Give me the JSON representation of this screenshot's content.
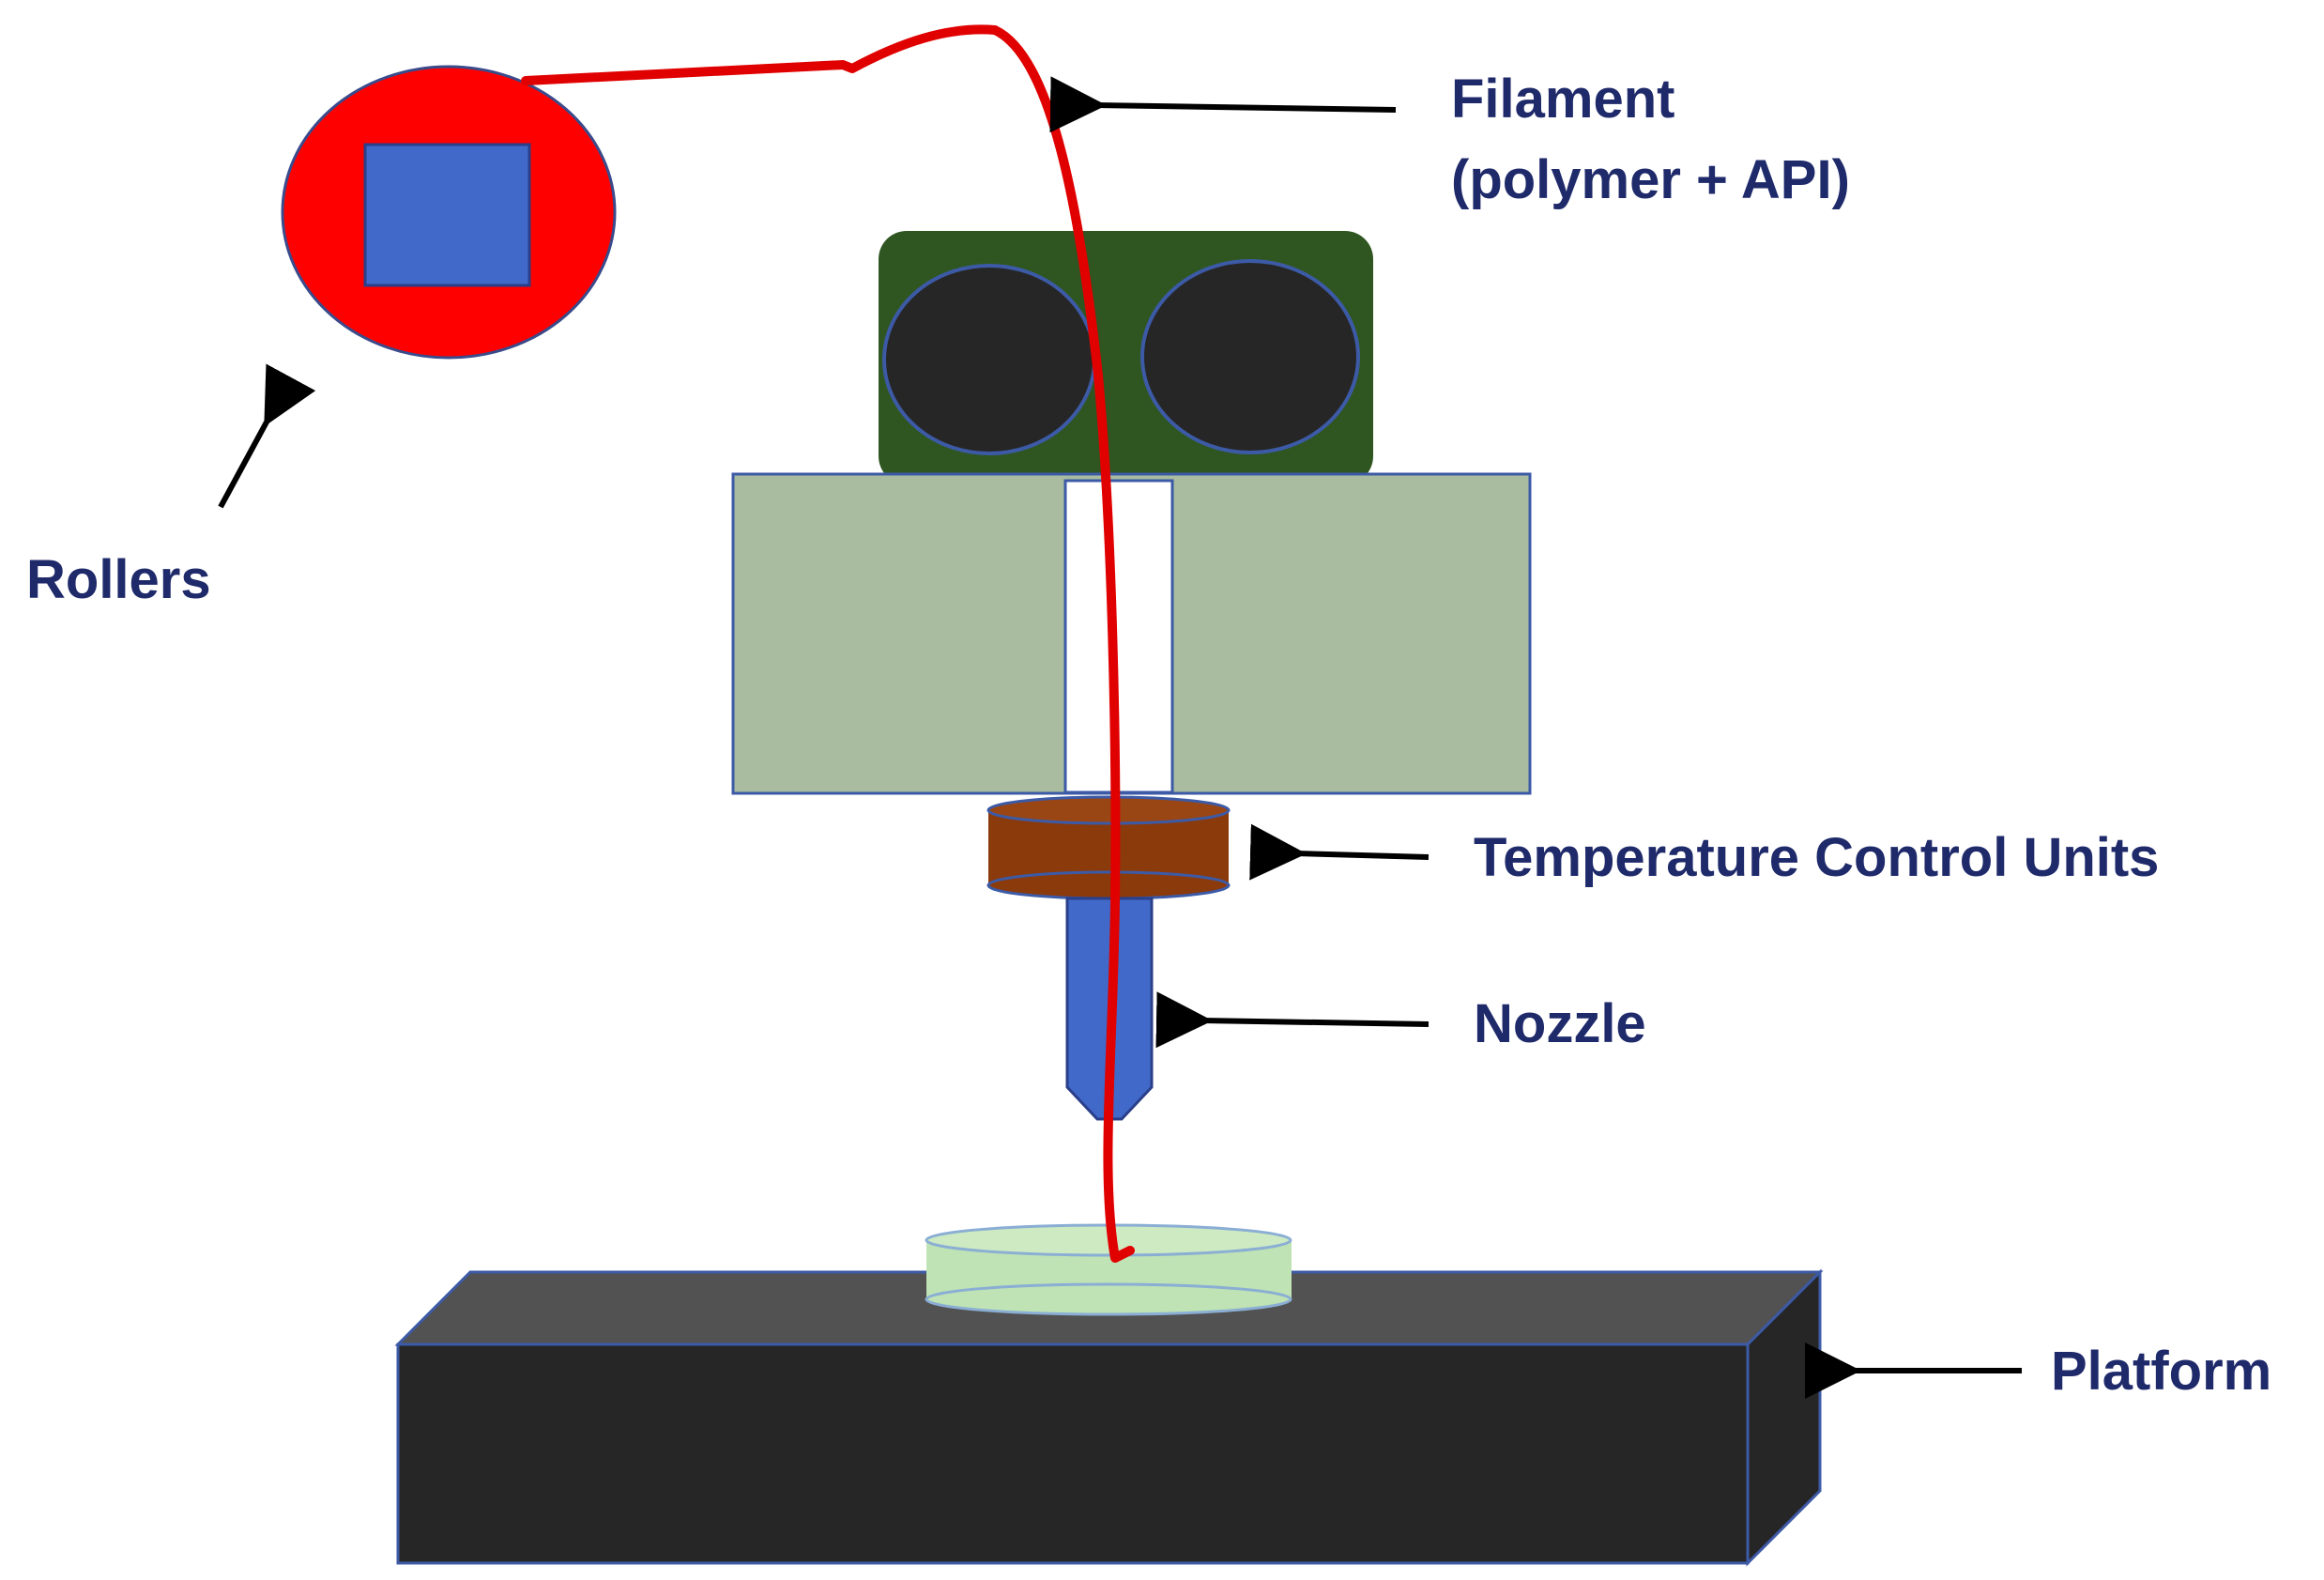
{
  "labels": {
    "filament_line1": "Filament",
    "filament_line2": "(polymer + API)",
    "rollers": "Rollers",
    "temperature_control_units": "Temperature Control Units",
    "nozzle": "Nozzle",
    "platform": "Platform"
  },
  "colors": {
    "label_text": "#1f2a6b",
    "filament": "#e00000",
    "spool": "#ff0000",
    "spool_core": "#4169c9",
    "roller_housing": "#2f5620",
    "roller": "#262626",
    "heater_block": "#aabca0",
    "temperature_unit": "#8b3a0c",
    "nozzle": "#4169c9",
    "printed_object": "#bfe3b4",
    "platform_front": "#262626",
    "platform_top": "#525252",
    "arrow": "#000000"
  }
}
